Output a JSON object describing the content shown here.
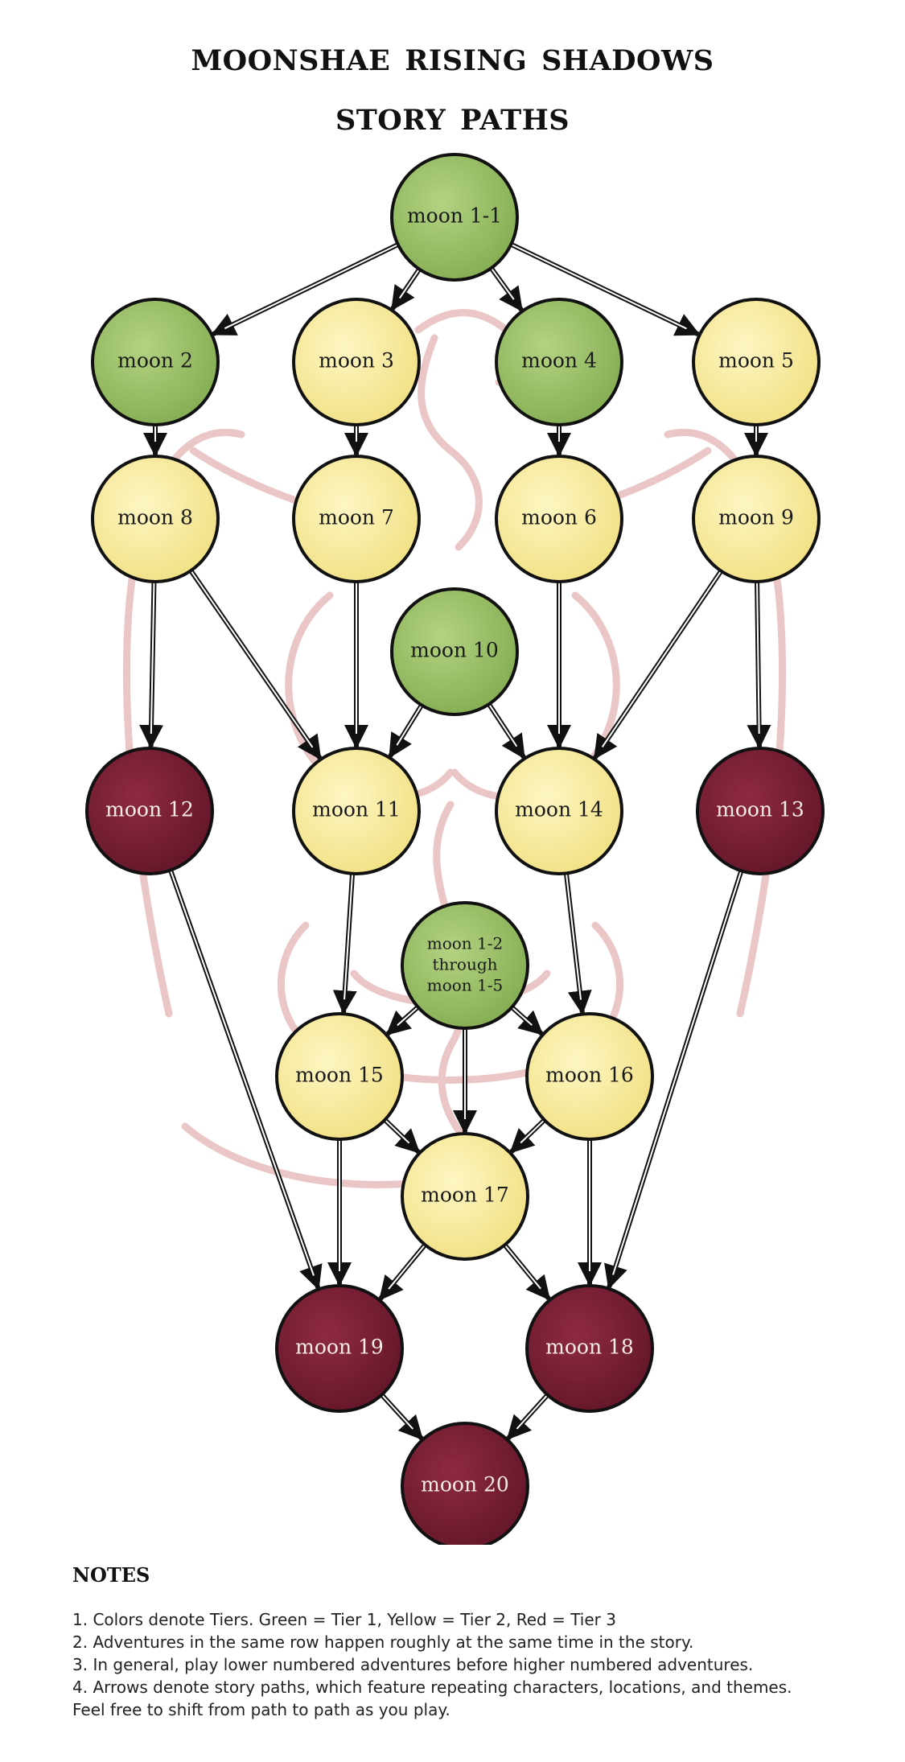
{
  "title": {
    "line1": "moonshae rising shadows",
    "line2": "story paths"
  },
  "colors": {
    "tier1": "#98bf63",
    "tier2": "#f8ec9c",
    "tier3": "#7a1e33",
    "outline": "#111111",
    "background_art": "#e6b4b4"
  },
  "background_art": {
    "icon": "dragon-knotwork-icon"
  },
  "nodes": [
    {
      "id": "m1-1",
      "label": [
        "moon 1-1"
      ],
      "tier": 1
    },
    {
      "id": "m2",
      "label": [
        "moon 2"
      ],
      "tier": 1
    },
    {
      "id": "m3",
      "label": [
        "moon 3"
      ],
      "tier": 2
    },
    {
      "id": "m4",
      "label": [
        "moon 4"
      ],
      "tier": 1
    },
    {
      "id": "m5",
      "label": [
        "moon 5"
      ],
      "tier": 2
    },
    {
      "id": "m8",
      "label": [
        "moon 8"
      ],
      "tier": 2
    },
    {
      "id": "m7",
      "label": [
        "moon 7"
      ],
      "tier": 2
    },
    {
      "id": "m6",
      "label": [
        "moon 6"
      ],
      "tier": 2
    },
    {
      "id": "m9",
      "label": [
        "moon 9"
      ],
      "tier": 2
    },
    {
      "id": "m10",
      "label": [
        "moon 10"
      ],
      "tier": 1
    },
    {
      "id": "m12",
      "label": [
        "moon 12"
      ],
      "tier": 3
    },
    {
      "id": "m11",
      "label": [
        "moon 11"
      ],
      "tier": 2
    },
    {
      "id": "m14",
      "label": [
        "moon 14"
      ],
      "tier": 2
    },
    {
      "id": "m13",
      "label": [
        "moon 13"
      ],
      "tier": 3
    },
    {
      "id": "m1-2",
      "label": [
        "moon 1-2",
        "through",
        "moon 1-5"
      ],
      "tier": 1
    },
    {
      "id": "m15",
      "label": [
        "moon 15"
      ],
      "tier": 2
    },
    {
      "id": "m16",
      "label": [
        "moon 16"
      ],
      "tier": 2
    },
    {
      "id": "m17",
      "label": [
        "moon 17"
      ],
      "tier": 2
    },
    {
      "id": "m19",
      "label": [
        "moon 19"
      ],
      "tier": 3
    },
    {
      "id": "m18",
      "label": [
        "moon 18"
      ],
      "tier": 3
    },
    {
      "id": "m20",
      "label": [
        "moon 20"
      ],
      "tier": 3
    }
  ],
  "edges": [
    [
      "m1-1",
      "m2"
    ],
    [
      "m1-1",
      "m3"
    ],
    [
      "m1-1",
      "m4"
    ],
    [
      "m1-1",
      "m5"
    ],
    [
      "m2",
      "m8"
    ],
    [
      "m3",
      "m7"
    ],
    [
      "m4",
      "m6"
    ],
    [
      "m5",
      "m9"
    ],
    [
      "m8",
      "m12"
    ],
    [
      "m8",
      "m11"
    ],
    [
      "m7",
      "m11"
    ],
    [
      "m6",
      "m14"
    ],
    [
      "m9",
      "m14"
    ],
    [
      "m9",
      "m13"
    ],
    [
      "m10",
      "m11"
    ],
    [
      "m10",
      "m14"
    ],
    [
      "m11",
      "m15"
    ],
    [
      "m14",
      "m16"
    ],
    [
      "m1-2",
      "m15"
    ],
    [
      "m1-2",
      "m16"
    ],
    [
      "m1-2",
      "m17"
    ],
    [
      "m15",
      "m17"
    ],
    [
      "m16",
      "m17"
    ],
    [
      "m15",
      "m19"
    ],
    [
      "m16",
      "m18"
    ],
    [
      "m12",
      "m19"
    ],
    [
      "m13",
      "m18"
    ],
    [
      "m17",
      "m19"
    ],
    [
      "m17",
      "m18"
    ],
    [
      "m19",
      "m20"
    ],
    [
      "m18",
      "m20"
    ]
  ],
  "notes": {
    "heading": "notes",
    "lines": [
      "1. Colors denote Tiers. Green = Tier 1, Yellow = Tier 2, Red = Tier 3",
      "2. Adventures in the same row happen roughly at the same time in the story.",
      "3. In general, play lower numbered adventures before higher numbered adventures.",
      "4. Arrows denote story paths, which feature repeating characters, locations, and themes.",
      "Feel free to shift from path to path as you play."
    ]
  }
}
